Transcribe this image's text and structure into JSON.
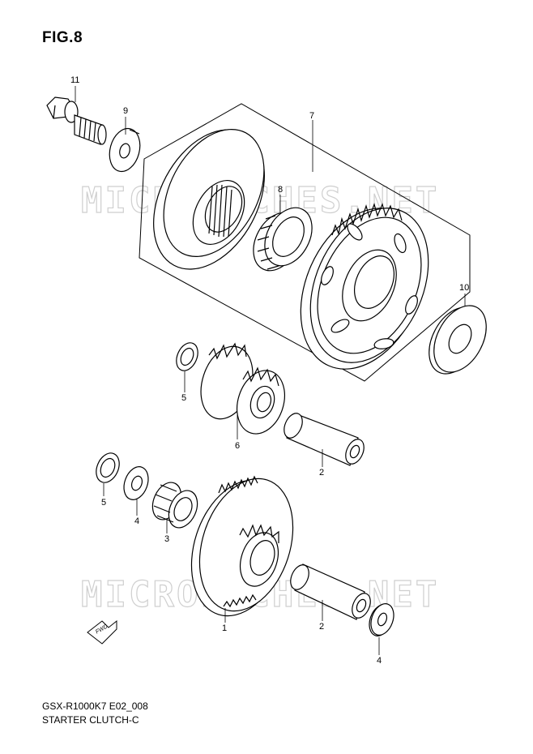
{
  "figure": {
    "title": "FIG.8",
    "model_code": "GSX-R1000K7 E02_008",
    "section_name": "STARTER CLUTCH-C",
    "watermark": "MICROFICHES.NET",
    "fwd_label": "FWD"
  },
  "callouts": [
    {
      "id": "11",
      "label": "11"
    },
    {
      "id": "9",
      "label": "9"
    },
    {
      "id": "7",
      "label": "7"
    },
    {
      "id": "8",
      "label": "8"
    },
    {
      "id": "10",
      "label": "10"
    },
    {
      "id": "5a",
      "label": "5"
    },
    {
      "id": "6",
      "label": "6"
    },
    {
      "id": "2a",
      "label": "2"
    },
    {
      "id": "5b",
      "label": "5"
    },
    {
      "id": "4a",
      "label": "4"
    },
    {
      "id": "3",
      "label": "3"
    },
    {
      "id": "1",
      "label": "1"
    },
    {
      "id": "2b",
      "label": "2"
    },
    {
      "id": "4b",
      "label": "4"
    }
  ]
}
